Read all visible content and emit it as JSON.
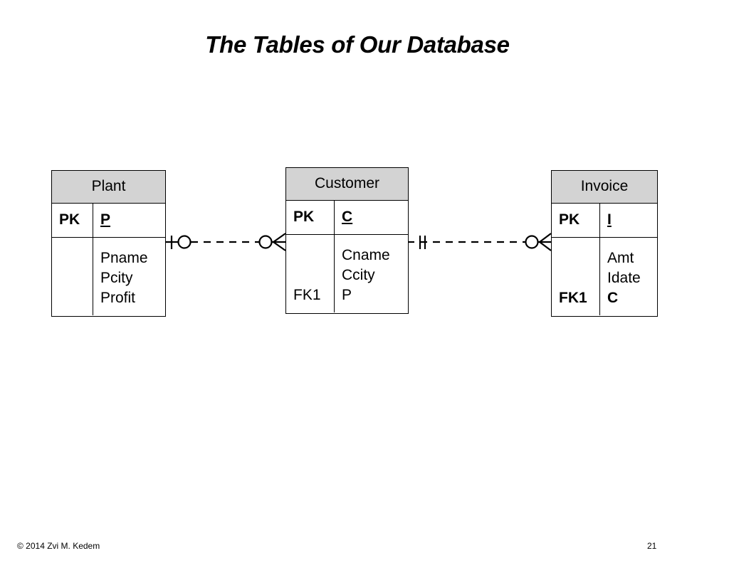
{
  "title": "The Tables of Our Database",
  "entities": {
    "plant": {
      "name": "Plant",
      "pk_label": "PK",
      "pk_attr": "P",
      "attributes": [
        "Pname",
        "Pcity",
        "Profit"
      ]
    },
    "customer": {
      "name": "Customer",
      "pk_label": "PK",
      "pk_attr": "C",
      "attributes": [
        "Cname",
        "Ccity",
        "P"
      ],
      "fk_label": "FK1"
    },
    "invoice": {
      "name": "Invoice",
      "pk_label": "PK",
      "pk_attr": "I",
      "attributes": [
        "Amt",
        "Idate",
        "C"
      ],
      "fk_label": "FK1"
    }
  },
  "relationships": [
    {
      "from": "Plant",
      "to": "Customer",
      "from_end": "zero-or-one",
      "to_end": "zero-or-many",
      "line": "dashed"
    },
    {
      "from": "Customer",
      "to": "Invoice",
      "from_end": "exactly-one",
      "to_end": "zero-or-many",
      "line": "dashed"
    }
  ],
  "footer": {
    "copyright": "©  2014 Zvi M. Kedem",
    "page_number": "21"
  }
}
